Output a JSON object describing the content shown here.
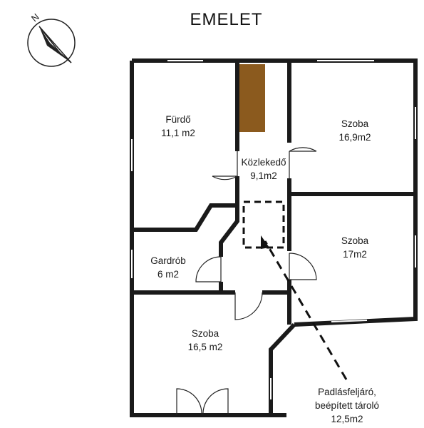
{
  "title": "EMELET",
  "compass": {
    "letter": "N"
  },
  "colors": {
    "wall": "#1a1a1a",
    "stair": "#8b5a1e",
    "background": "#ffffff"
  },
  "rooms": [
    {
      "key": "furdo",
      "name": "Fürdő",
      "area": "11,1 m2"
    },
    {
      "key": "kozlekedo",
      "name": "Közlekedő",
      "area": "9,1m2"
    },
    {
      "key": "szoba1",
      "name": "Szoba",
      "area": "16,9m2"
    },
    {
      "key": "szoba2",
      "name": "Szoba",
      "area": "17m2"
    },
    {
      "key": "gardrob",
      "name": "Gardrób",
      "area": "6 m2"
    },
    {
      "key": "szoba3",
      "name": "Szoba",
      "area": "16,5 m2"
    }
  ],
  "attic": {
    "line1": "Padlásfeljáró,",
    "line2": "beépített tároló",
    "area": "12,5m2"
  }
}
